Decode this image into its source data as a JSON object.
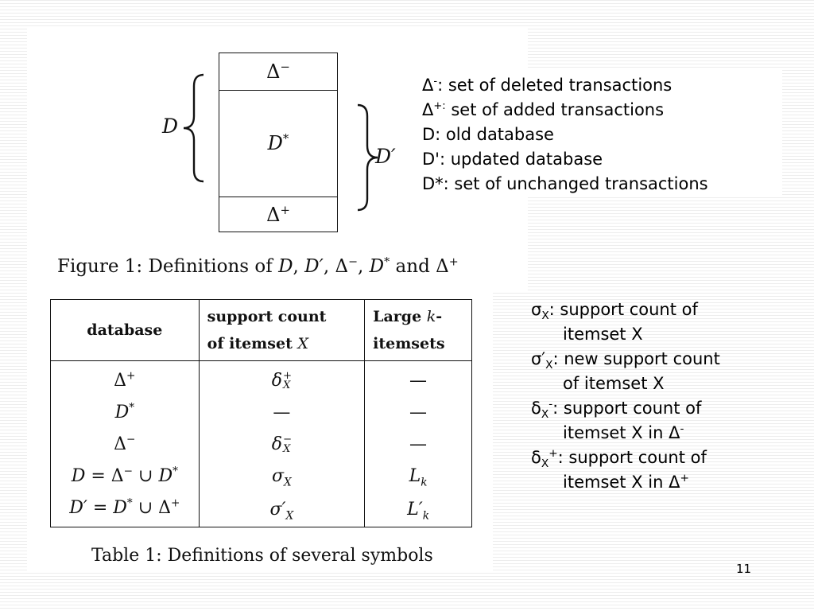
{
  "figure": {
    "box": {
      "top": {
        "symbol": "Δ",
        "sign": "−"
      },
      "middle": {
        "symbol": "D",
        "mark": "*"
      },
      "bottom": {
        "symbol": "Δ",
        "sign": "+"
      }
    },
    "left_label": "D",
    "right_label": "D′",
    "caption": {
      "prefix": "Figure 1:  Definitions of ",
      "t1": "D",
      "sep1": ", ",
      "t2": "D′",
      "sep2": ", ",
      "t3": "Δ",
      "t3_sup": "−",
      "sep3": ", ",
      "t4": "D",
      "t4_sup": "*",
      "sep4": " and ",
      "t5": "Δ",
      "t5_sup": "+"
    }
  },
  "definitions": [
    {
      "symbol": "Δ",
      "sup": "-",
      "text": ": set of deleted transactions"
    },
    {
      "symbol": "Δ",
      "sup": "+:",
      "text": " set of added transactions"
    },
    {
      "symbol": "D",
      "sup": "",
      "text": ":  old database"
    },
    {
      "symbol": "D'",
      "sup": "",
      "text": ": updated database"
    },
    {
      "symbol": "D*",
      "sup": "",
      "text": ": set of unchanged transactions"
    }
  ],
  "table": {
    "headers": [
      {
        "line1": "database",
        "line2": ""
      },
      {
        "line1": "support count",
        "line2": "of itemset ",
        "var": "X"
      },
      {
        "line1": "Large ",
        "var": "k",
        "line1_end": "-",
        "line2": "itemsets"
      }
    ],
    "rows": [
      {
        "database": {
          "a": "Δ",
          "a_sup": "+"
        },
        "support": {
          "base": "δ",
          "sup": "+",
          "sub": "X"
        },
        "large": "—"
      },
      {
        "database": {
          "a": "D",
          "a_sup": "*"
        },
        "support": {
          "plain": "—"
        },
        "large": "—"
      },
      {
        "database": {
          "a": "Δ",
          "a_sup": "−"
        },
        "support": {
          "base": "δ",
          "sup": "−",
          "sub": "X"
        },
        "large": "—"
      },
      {
        "database": {
          "lhs": "D",
          "eq": " = Δ",
          "eq_sup": "−",
          "op": " ∪ ",
          "rhs": "D",
          "rhs_sup": "*"
        },
        "support": {
          "base": "σ",
          "sup": "",
          "sub": "X"
        },
        "large_math": {
          "base": "L",
          "sub": "k"
        }
      },
      {
        "database": {
          "lhs": "D′",
          "eq": " = ",
          "mid": "D",
          "mid_sup": "*",
          "op": " ∪ Δ",
          "op_sup": "+"
        },
        "support": {
          "base": "σ′",
          "sup": "",
          "sub": "X"
        },
        "large_math": {
          "base": "L′",
          "sub": "k"
        }
      }
    ],
    "caption": "Table 1:  Definitions of several symbols"
  },
  "notes": [
    {
      "sym": "σ",
      "sub": "X",
      "sup": "",
      "line1": ": support count of",
      "line2": "itemset X"
    },
    {
      "sym": "σ′",
      "sub": "X",
      "sup": "",
      "line1": ": new support count",
      "line2": "of itemset X"
    },
    {
      "sym": "δ",
      "sub": "X",
      "sup": "-",
      "line1": ": support count of",
      "line2": "itemset X in Δ",
      "line2_sup": "-"
    },
    {
      "sym": "δ",
      "sub": "X",
      "sup": "+",
      "line1": ": support count of",
      "line2": "itemset X in Δ",
      "line2_sup": "+"
    }
  ],
  "page_number": "11"
}
